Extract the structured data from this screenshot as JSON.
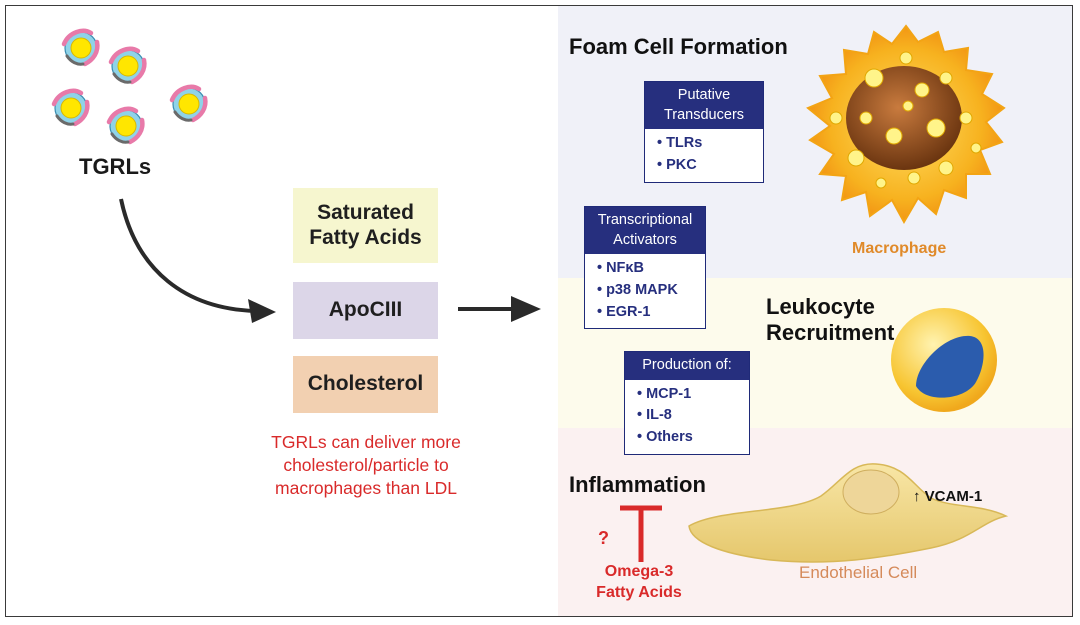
{
  "left": {
    "tgrls_label": "TGRLs",
    "chips": {
      "saturated_fatty_acids": "Saturated Fatty Acids",
      "apociii": "ApoCIII",
      "cholesterol": "Cholesterol"
    },
    "note": "TGRLs can deliver more cholesterol/particle to macrophages than LDL"
  },
  "right": {
    "foam_cell_title": "Foam Cell Formation",
    "leukocyte_title": "Leukocyte Recruitment",
    "inflammation_title": "Inflammation",
    "putative_box": {
      "header": "Putative Transducers",
      "items": [
        "TLRs",
        "PKC"
      ]
    },
    "transcription_box": {
      "header": "Transcriptional Activators",
      "items": [
        "NFκB",
        "p38 MAPK",
        "EGR-1"
      ]
    },
    "production_box": {
      "header": "Production of:",
      "items": [
        "MCP-1",
        "IL-8",
        "Others"
      ]
    },
    "macrophage_label": "Macrophage",
    "endothelial_label": "Endothelial Cell",
    "vcam_label": "↑ VCAM-1",
    "question_mark": "?",
    "omega_label": "Omega-3 Fatty Acids"
  },
  "colors": {
    "navy": "#262f7e",
    "red": "#d92a2a",
    "orange": "#e08a2a",
    "band_top": "#f0f1f8",
    "band_mid": "#fdfbec",
    "band_bottom": "#fbf1f1"
  }
}
